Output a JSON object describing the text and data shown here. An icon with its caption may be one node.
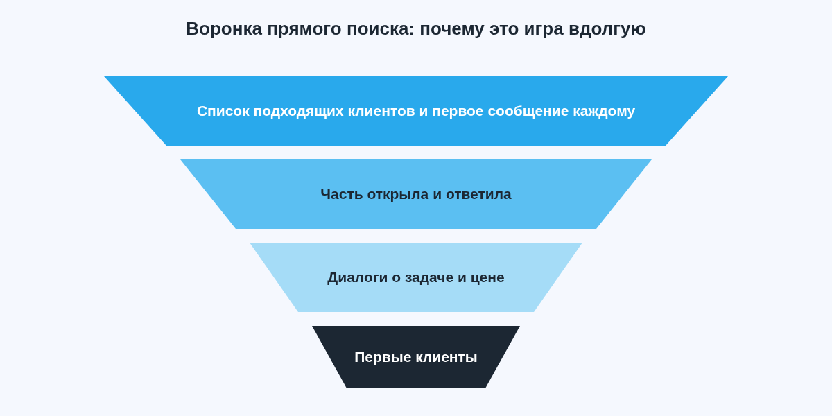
{
  "diagram": {
    "title": "Воронка прямого поиска: почему это игра вдолгую",
    "nodes": [
      {
        "text": [
          "Список подходящих клиентов и первое сообщение каждому"
        ]
      },
      {
        "text": [
          "Часть открыла и ответила"
        ]
      },
      {
        "text": [
          "Диалоги о задаче и цене"
        ]
      },
      {
        "text": [
          "Первые клиенты"
        ]
      }
    ]
  }
}
